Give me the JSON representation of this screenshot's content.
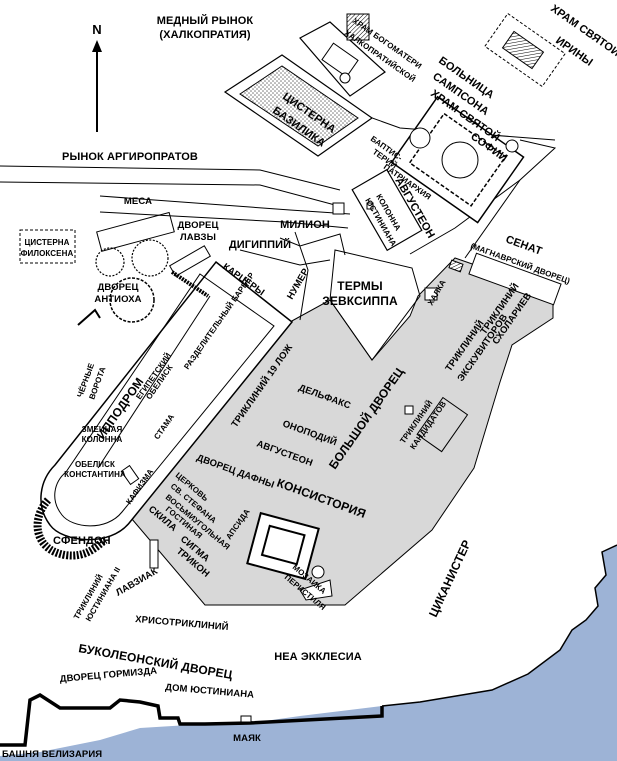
{
  "map": {
    "north_label": "N",
    "colors": {
      "land": "#ffffff",
      "sea": "#9db3d6",
      "palace": "#d8d8d8",
      "ink": "#000000"
    },
    "labels": {
      "medny_rynok_1": "МЕДНЫЙ РЫНОК",
      "medny_rynok_2": "(ХАЛКОПРАТИЯ)",
      "khram_irini_1": "ХРАМ СВЯТОЙ",
      "khram_irini_2": "ИРИНЫ",
      "khram_bogomateri_1": "ХРАМ БОГОМАТЕРИ",
      "khram_bogomateri_2": "ХАЛКОПРАТИЙСКОЙ",
      "bolnitsa_1": "БОЛЬНИЦА",
      "bolnitsa_2": "САМПСОНА",
      "sofia_1": "ХРАМ СВЯТОЙ",
      "sofia_2": "СОФИИ",
      "cisterna_bazilika_1": "ЦИСТЕРНА",
      "cisterna_bazilika_2": "БАЗИЛИКА",
      "rynok_argiropratov": "РЫНОК АРГИРОПРАТОВ",
      "baptisterij_1": "БАПТИС-",
      "baptisterij_2": "ТЕРИЙ",
      "patriarhiya": "ПАТРИАРХИЯ",
      "kolonna_yust_1": "КОЛОННА",
      "kolonna_yust_2": "ЮСТИНИАНА",
      "avgusteon_top": "АВГУСТЕОН",
      "mesa": "МЕСА",
      "milion": "МИЛИОН",
      "cisterna_filoks_1": "ЦИСТЕРНА",
      "cisterna_filoks_2": "ФИЛОКСЕНА",
      "dvorec_lavzy_1": "ДВОРЕЦ",
      "dvorec_lavzy_2": "ЛАВЗЫ",
      "digippij": "ДИГИППИЙ",
      "dvorec_antioha_1": "ДВОРЕЦ",
      "dvorec_antioha_2": "АНТИОХА",
      "karcery": "КАРЦЕРЫ",
      "numer": "НУМЕР",
      "termy_1": "ТЕРМЫ",
      "termy_2": "ЗЕВКСИППА",
      "senat_1": "СЕНАТ",
      "senat_2": "(МАГНАВРСКИЙ ДВОРЕЦ)",
      "halka": "ХАЛКА",
      "razdelitelny_barier": "РАЗДЕЛИТЕЛЬНЫЙ БАРЬЕР",
      "triklinij_sholariev_1": "ТРИКЛИНИЙ",
      "triklinij_sholariev_2": "СХОЛАРИЕВ",
      "triklinij_exkuv_1": "ТРИКЛИНИЙ",
      "triklinij_exkuv_2": "ЭКСКУВИТОРОВ",
      "chernye_vorota_1": "ЧЁРНЫЕ",
      "chernye_vorota_2": "ВОРОТА",
      "egipetsky_obelisk_1": "ЕГИПЕТСКИЙ",
      "egipetsky_obelisk_2": "ОБЕЛИСК",
      "ippodrom": "ИППОДРОМ",
      "triklinij_19": "ТРИКЛИНИЙ 19 ЛОЖ",
      "delfaks": "ДЕЛЬФАКС",
      "onopodij": "ОНОПОДИЙ",
      "avgusteon_palace": "АВГУСТЕОН",
      "stama": "СТАМА",
      "zmeinaya_1": "ЗМЕИНАЯ",
      "zmeinaya_2": "КОЛОННА",
      "bolshoj_dvorec": "БОЛЬШОЙ ДВОРЕЦ",
      "triklinij_kandidatov_1": "ТРИКЛИНИЙ",
      "triklinij_kandidatov_2": "КАНДИДАТОВ",
      "obelisk_konst_1": "ОБЕЛИСК",
      "obelisk_konst_2": "КОНСТАНТИНА",
      "dvorec_dafny": "ДВОРЕЦ ДАФНЫ",
      "kafizma": "КАФИЗМА",
      "konsistoriya": "КОНСИСТОРИЯ",
      "cerkov_1": "ЦЕРКОВЬ",
      "cerkov_2": "СВ. СТЕФАНА",
      "vosmiugolnaya_1": "ВОСЬМИУГОЛЬНАЯ",
      "vosmiugolnaya_2": "ГОСТИНАЯ",
      "skila": "СКИЛА",
      "apsida": "АПСИДА",
      "sfendon": "СФЕНДОН",
      "sigma_1": "СИГМА",
      "sigma_2": "ТРИКОН",
      "mozaika_1": "МОЗАИКА",
      "mozaika_2": "ПЕРИСТИЛЯ",
      "cikanister": "ЦИКАНИСТЕР",
      "triklinij_yust_1": "ТРИКЛИНИЙ",
      "triklinij_yust_2": "ЮСТИНИАНА II",
      "lavziak": "ЛАВЗИАК",
      "hrisotriklinij": "ХРИСОТРИКЛИНИЙ",
      "bukoleon": "БУКОЛЕОНСКИЙ ДВОРЕЦ",
      "nea_eklesia": "НЕА ЭККЛЕСИА",
      "dvorec_hormizda": "ДВОРЕЦ ГОРМИЗДА",
      "dom_yustiniana": "ДОМ ЮСТИНИАНА",
      "mayak": "МАЯК",
      "bashnya": "БАШНЯ ВЕЛИЗАРИЯ"
    }
  }
}
